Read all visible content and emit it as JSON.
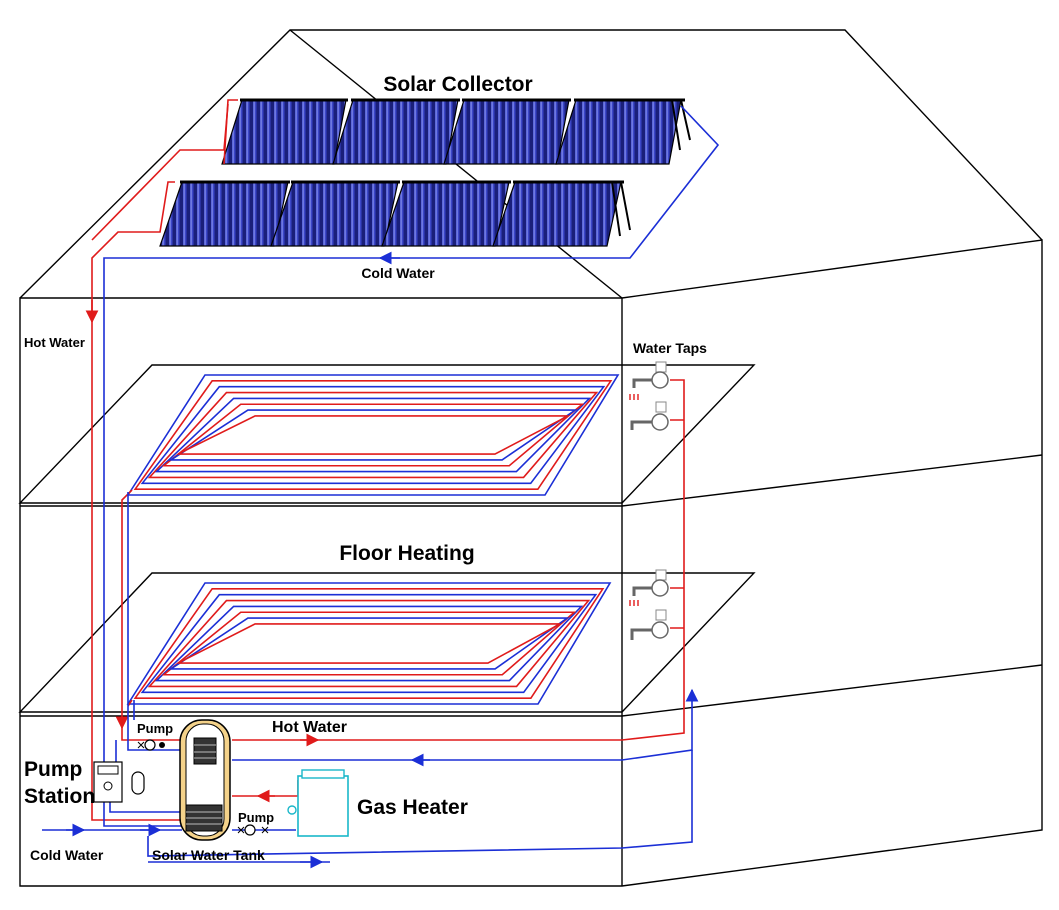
{
  "labels": {
    "solar_collector": "Solar Collector",
    "cold_water_roof": "Cold Water",
    "hot_water_left": "Hot Water",
    "water_taps": "Water Taps",
    "floor_heating": "Floor Heating",
    "pump_top": "Pump",
    "hot_water_basement": "Hot Water",
    "pump_station_line1": "Pump",
    "pump_station_line2": "Station",
    "gas_heater": "Gas Heater",
    "pump_bottom": "Pump",
    "cold_water_inlet": "Cold Water",
    "solar_water_tank": "Solar Water Tank"
  },
  "colors": {
    "hot_pipe": "#e01b1b",
    "cold_pipe": "#1b2fd6",
    "panel_fill": "#1a1f7a",
    "heater_outline": "#19b7c9",
    "outline": "#000000"
  },
  "icons": [
    "solar-panel-icon",
    "water-tap-icon",
    "pump-icon",
    "controller-icon",
    "expansion-tank-icon",
    "gas-heater-icon",
    "water-tank-icon",
    "arrow-icon"
  ]
}
